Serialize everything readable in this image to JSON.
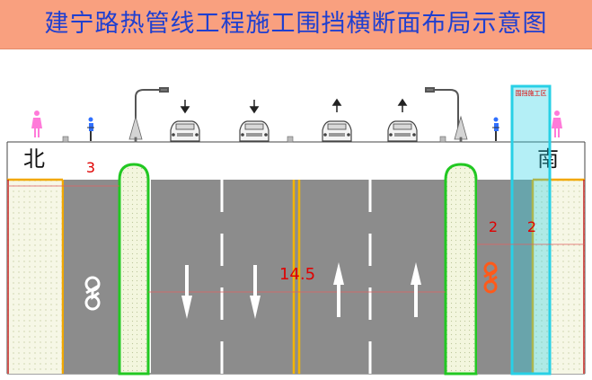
{
  "title": "建宁路热管线工程施工围挡横断面布局示意图",
  "labels": {
    "north": "北",
    "south": "南",
    "dim_left_sidewalk": "3",
    "dim_center": "14.5",
    "dim_right_1": "2",
    "dim_right_2": "2",
    "construction_zone": "围挡施工区"
  },
  "colors": {
    "title_bg": "#f9a07f",
    "title_text": "#1f3fd0",
    "road": "#8c8c8c",
    "median_border": "#22c822",
    "median_fill": "#f3f6de",
    "sidewalk_fill": "#f6f7e6",
    "sidewalk_border": "#f2a800",
    "center_line": "#f2b400",
    "dimension": "#e00000",
    "construction_zone": "#28d0e6",
    "bike_right": "#ff5a1a",
    "pedestrian": "#ff7ad9",
    "cyclist": "#3070ff"
  }
}
